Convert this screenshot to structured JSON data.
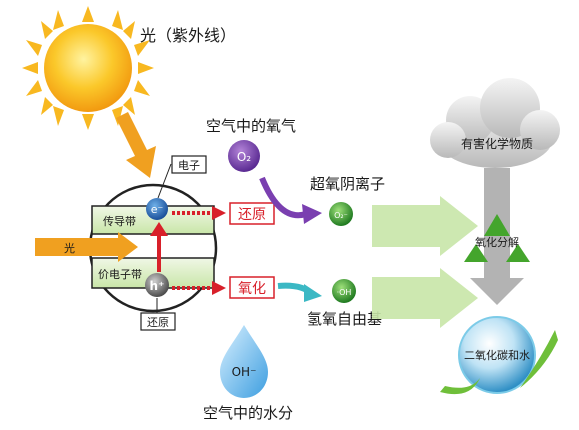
{
  "labels": {
    "light_uv": "光（紫外线）",
    "light": "光",
    "electron": "电子",
    "conduction_band": "传导带",
    "valence_band": "价电子带",
    "reduction_bottom": "还原",
    "reduction_box": "还原",
    "oxidation_box": "氧化",
    "oxygen_in_air": "空气中的氧气",
    "water_in_air": "空气中的水分",
    "superoxide": "超氧阴离子",
    "hydroxyl_radical": "氢氧自由基",
    "harmful": "有害化学物质",
    "decompose": "氧化分解",
    "co2_water": "二氧化碳和水",
    "o2": "O₂",
    "e_minus": "e⁻",
    "h_plus": "h⁺",
    "oh_minus": "OH⁻",
    "o2_minus": "O₂⁻",
    "oh_dot": "·OH"
  },
  "colors": {
    "sun": "#f6b21a",
    "arrow_orange": "#f0a020",
    "red": "#d8202a",
    "purple": "#7a3fb0",
    "teal": "#3bb8c4",
    "green": "#44a52c",
    "light_green": "#c8e6a8",
    "gray": "#9a9a9a"
  }
}
